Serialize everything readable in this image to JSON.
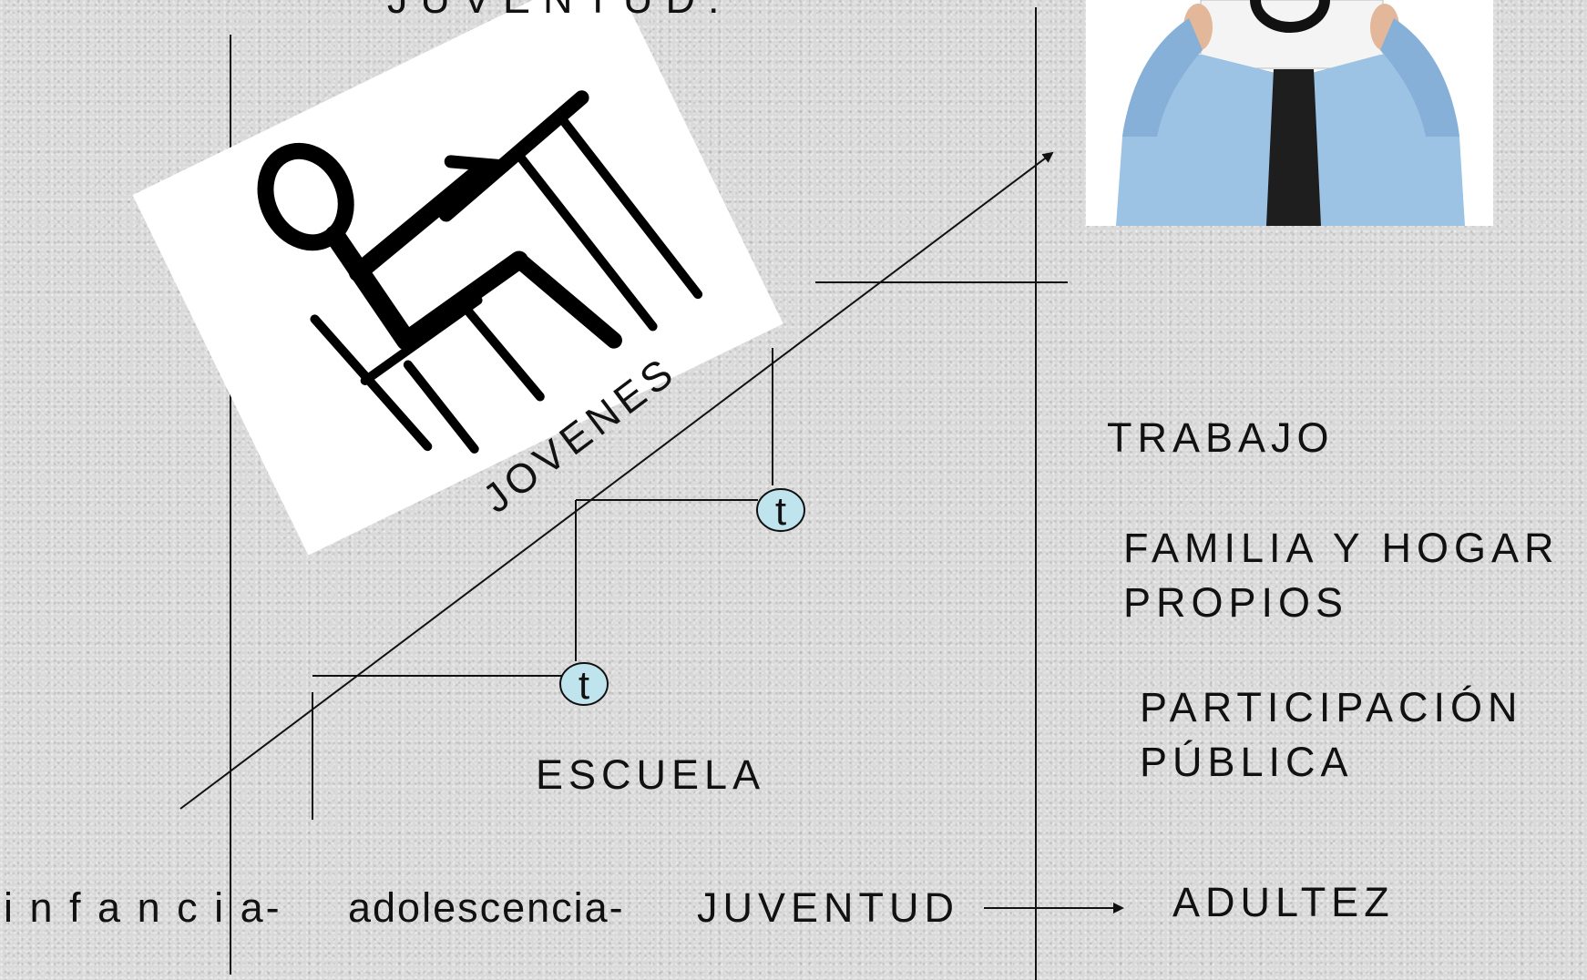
{
  "header": {
    "title_partial": "JUVENTUD:"
  },
  "diagram": {
    "diagonal_label": "JOVENES",
    "step_markers": [
      "t",
      "t"
    ],
    "school_label": "ESCUELA",
    "adult_spheres": {
      "work": "TRABAJO",
      "family_line1": "FAMILIA Y HOGAR",
      "family_line2": "PROPIOS",
      "participation_line1": "PARTICIPACIÓN",
      "participation_line2": "PÚBLICA"
    },
    "stages": {
      "infancy": "i n f a n c i a-",
      "adolescence": "adolescencia-",
      "youth": "JUVENTUD",
      "adulthood": "ADULTEZ"
    }
  },
  "images": {
    "student": "stick-figure student writing at desk",
    "adult": "man in shirt and tie holding paper over face"
  },
  "colors": {
    "marker_fill": "#bfe4ee",
    "line": "#111111"
  }
}
